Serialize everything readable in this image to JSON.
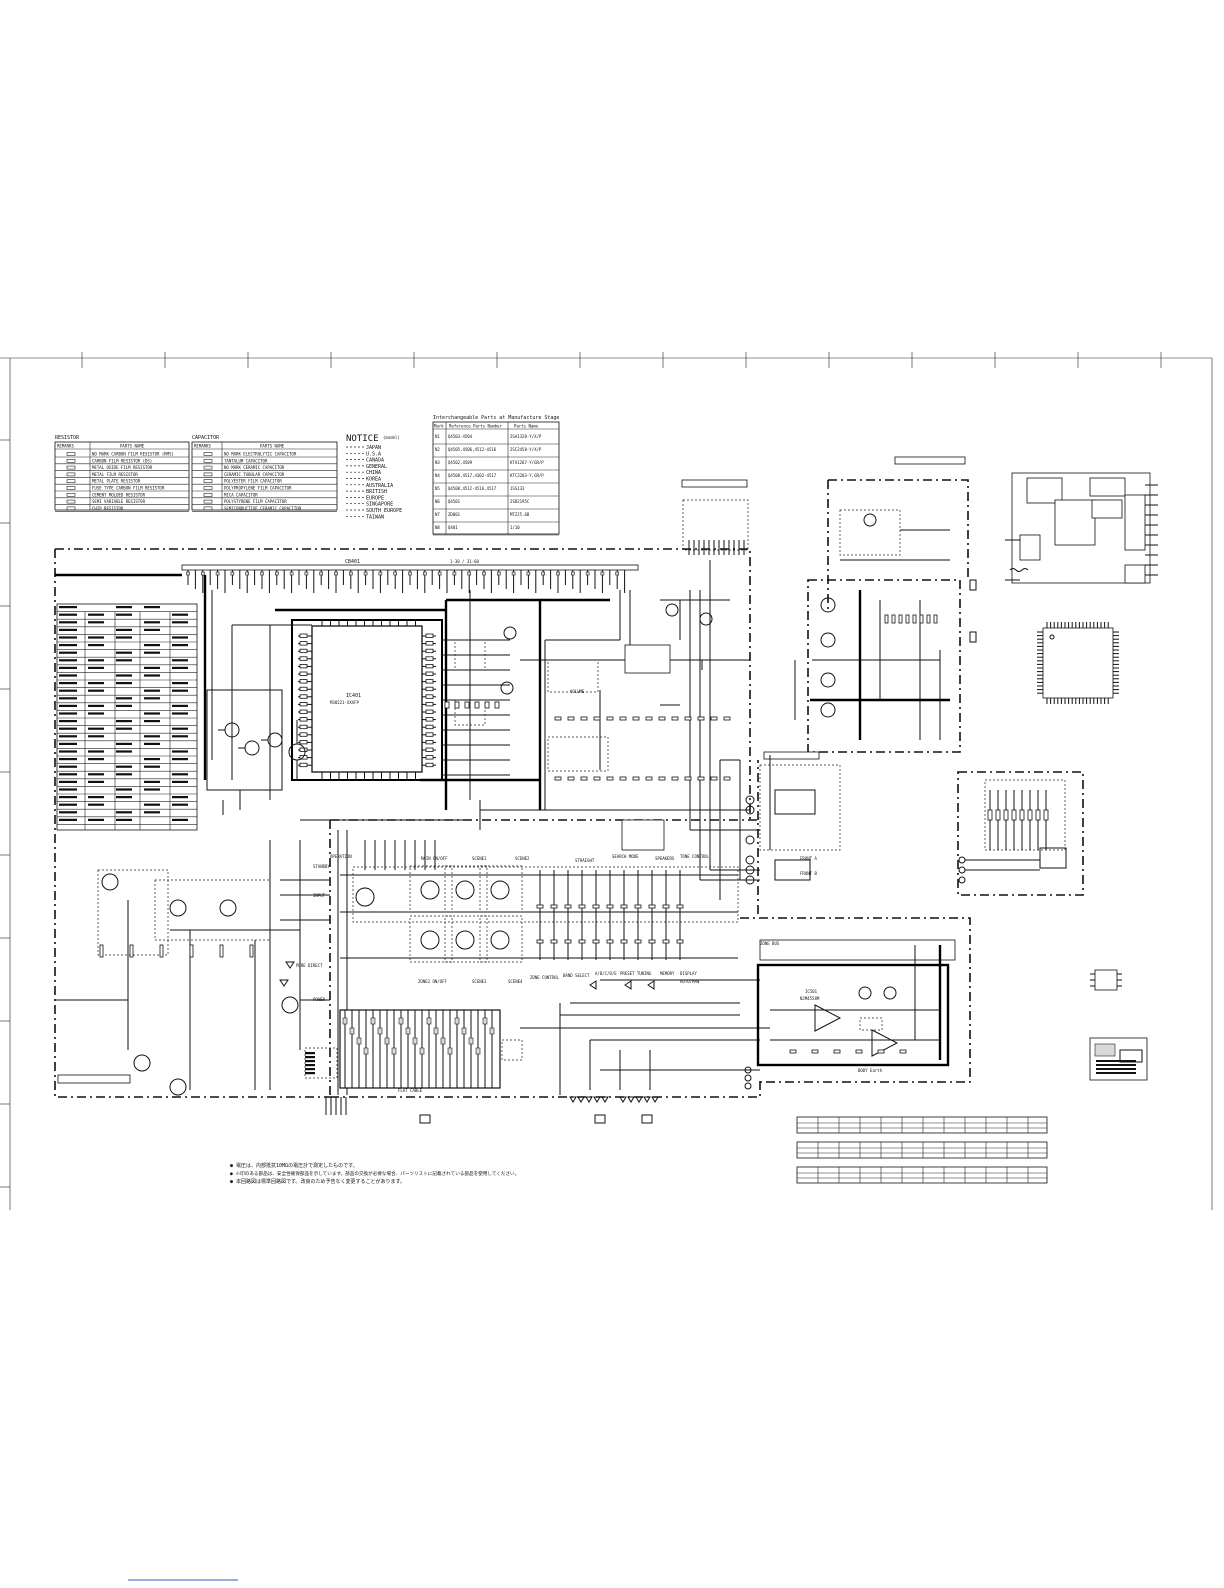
{
  "resistor_legend": {
    "header": "RESISTOR",
    "columns": [
      "REMARKS",
      "PARTS NAME"
    ],
    "rows": [
      "NO MARK CARBON FILM RESISTOR (RMS)",
      "CARBON FILM RESISTOR (DS)",
      "METAL OXIDE FILM RESISTOR",
      "METAL FILM RESISTOR",
      "METAL PLATE RESISTOR",
      "FUSE TYPE CARBON FILM RESISTOR",
      "CEMENT MOLDED RESISTOR",
      "SEMI VARIABLE RESISTOR",
      "CHIP RESISTOR"
    ]
  },
  "capacitor_legend": {
    "header": "CAPACITOR",
    "columns": [
      "REMARKS",
      "PARTS NAME"
    ],
    "rows": [
      "NO MARK ELECTROLYTIC CAPACITOR",
      "TANTALUM CAPACITOR",
      "NO MARK CERAMIC CAPACITOR",
      "CERAMIC TUBULAR CAPACITOR",
      "POLYESTER FILM CAPACITOR",
      "POLYPROPYLENE FILM CAPACITOR",
      "MICA CAPACITOR",
      "POLYSTYRENE FILM CAPACITOR",
      "SEMICONDUCTIVE CERAMIC CAPACITOR"
    ]
  },
  "notice": {
    "title": "NOTICE",
    "subtitle": "(model)",
    "entries": [
      "JAPAN",
      "U.S.A",
      "CANADA",
      "GENERAL",
      "CHINA",
      "KOREA",
      "AUSTRALIA",
      "BRITISH",
      "EUROPE",
      "SINGAPORE",
      "SOUTH EUROPE",
      "TAIWAN"
    ]
  },
  "interchangeable": {
    "title": "Interchangeable Parts at Manufacture Stage",
    "columns": [
      "Mark",
      "Reference Parts Number",
      "Parts Name"
    ],
    "rows": [
      {
        "mark": "N1",
        "ref": "Q4503-4504",
        "name": "2SA1328-Y/X/P"
      },
      {
        "mark": "N2",
        "ref": "Q4505,4506,4512-4516",
        "name": "2SC2458-Y/X/P"
      },
      {
        "mark": "N3",
        "ref": "Q4502,4509",
        "name": "KTA1267-Y/GR/P"
      },
      {
        "mark": "N4",
        "ref": "Q4508,4517,4302-4517",
        "name": "KTC3203-Y,GR/P"
      },
      {
        "mark": "N5",
        "ref": "Q4508,4512-4516,4517",
        "name": "1SS133"
      },
      {
        "mark": "N6",
        "ref": "Q4501",
        "name": "2SD2195C"
      },
      {
        "mark": "N7",
        "ref": "ZD801",
        "name": "MTZJ5.6B"
      },
      {
        "mark": "N8",
        "ref": "Q401",
        "name": "1/10"
      }
    ]
  },
  "block_labels": {
    "mcu": "IC401",
    "mcu_part": "M38221-XXXFP",
    "connector": "CB401",
    "connector_pins": "1-30 / 31-60",
    "main_onoff": "MAIN ON/OFF",
    "scene1": "SCENE1",
    "scene2": "SCENE2",
    "straight": "STRAIGHT",
    "search_mode": "SEARCH MODE",
    "speakers": "SPEAKERS",
    "tone": "TONE CONTROL",
    "zone2": "ZONE2 ON/OFF",
    "scene3": "SCENE3",
    "scene4": "SCENE4",
    "zone_control": "ZONE CONTROL",
    "band_select": "BAND SELECT",
    "a_b_c_d_e": "A/B/C/D/E",
    "preset_tuning": "PRESET TUNING",
    "memory": "MEMORY",
    "display": "DISPLAY",
    "auto_man": "AUTO/MAN",
    "pure_direct": "PURE DIRECT",
    "power": "POWER",
    "standby": "STANDBY",
    "input": "INPUT",
    "flat_cable": "FLAT CABLE",
    "body_earth": "BODY Earth",
    "operation": "OPERATION",
    "front_a": "FRONT A",
    "front_b": "FRONT B",
    "volume": "VOLUME",
    "zone_bus": "ZONE BUS",
    "sub_ic": "IC501",
    "sub_ic_part": "NJM4558M"
  },
  "footnotes": [
    "● 電圧は、内部抵抗10MΩの電圧計で測定したものです。",
    "● ※印のある部品は、安全性確保部品を示しています。部品の交換が必要な場合、パーツリストに記載されている部品を使用してください。",
    "● 本回路図は標準回路図です。改良のため予告なく変更することがあります。"
  ]
}
